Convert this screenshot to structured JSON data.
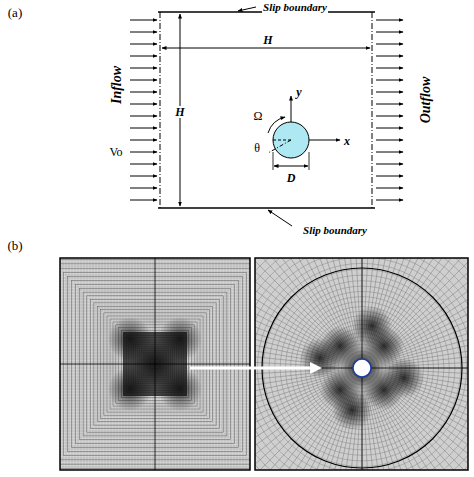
{
  "diagram": {
    "labels": [
      "(a)",
      "Slip boundary",
      "H",
      "H",
      "Ω",
      "y",
      "x",
      "θ",
      "D",
      "Inflow",
      "Vo",
      "Outflow",
      "Slip boundary",
      "(b)"
    ]
  }
}
